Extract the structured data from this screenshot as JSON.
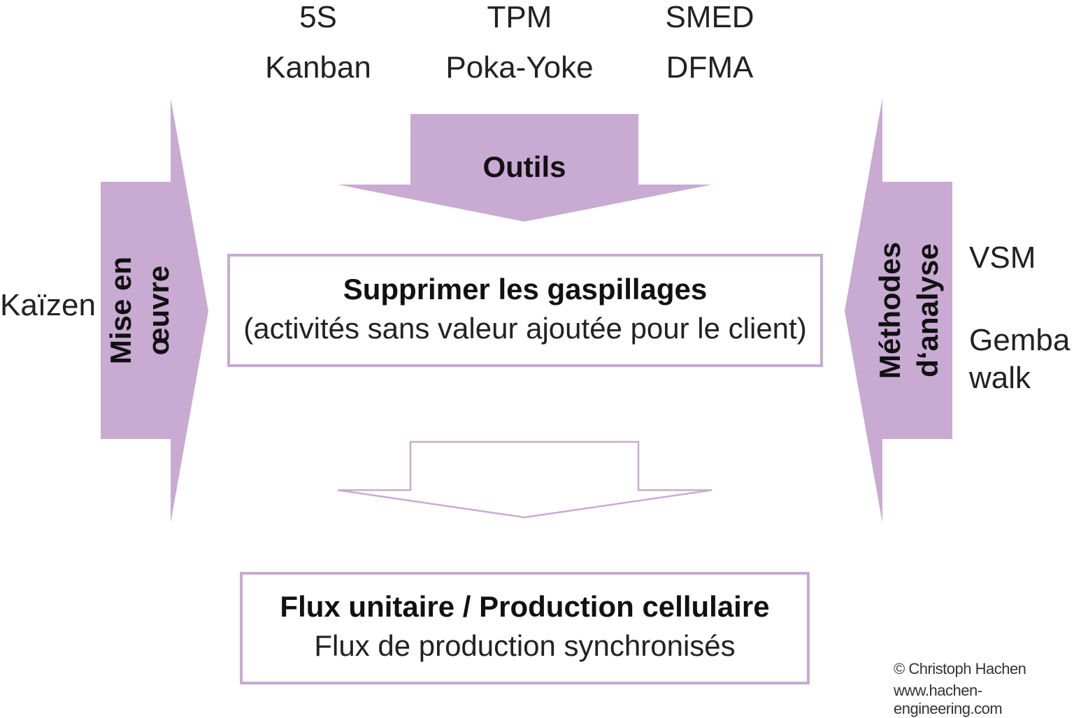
{
  "tools": {
    "row1": [
      "5S",
      "TPM",
      "SMED"
    ],
    "row2": [
      "Kanban",
      "Poka-Yoke",
      "DFMA"
    ]
  },
  "arrow_top": {
    "label": "Outils"
  },
  "arrow_left": {
    "line1": "Mise en",
    "line2": "œuvre",
    "side_label": "Kaïzen"
  },
  "arrow_right": {
    "line1": "Méthodes",
    "line2": "d‘analyse",
    "side_items": [
      "VSM",
      "Gemba",
      "walk"
    ]
  },
  "center_box": {
    "title": "Supprimer les gaspillages",
    "subtitle": "(activités sans valeur ajoutée pour le client)"
  },
  "result_box": {
    "title": "Flux unitaire / Production cellulaire",
    "subtitle": "Flux de production synchronisés"
  },
  "credit": {
    "author": "© Christoph Hachen",
    "website": "www.hachen-engineering.com"
  },
  "colors": {
    "accent_fill": "#c8aad3",
    "accent_stroke": "#c8aad3",
    "text": "#111111"
  }
}
